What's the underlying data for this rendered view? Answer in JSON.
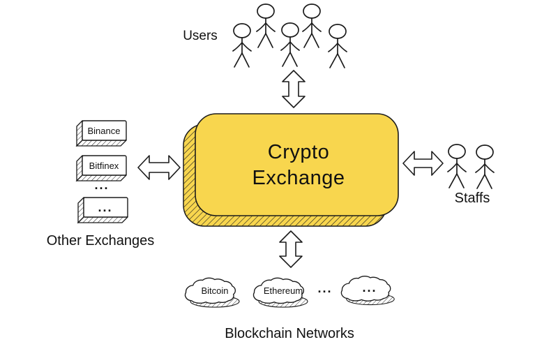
{
  "diagram": {
    "users": {
      "label": "Users"
    },
    "staffs": {
      "label": "Staffs"
    },
    "center_box": {
      "label_line1": "Crypto",
      "label_line2": "Exchange",
      "fill_color": "#F8D64E"
    },
    "other_exchanges": {
      "label": "Other Exchanges",
      "boxes": [
        "Binance",
        "Bitfinex",
        "..."
      ],
      "separator_dots": "..."
    },
    "blockchain_networks": {
      "label": "Blockchain Networks",
      "clouds": [
        "Bitcoin",
        "Ethereum",
        "..."
      ],
      "separator_dots": "..."
    }
  }
}
